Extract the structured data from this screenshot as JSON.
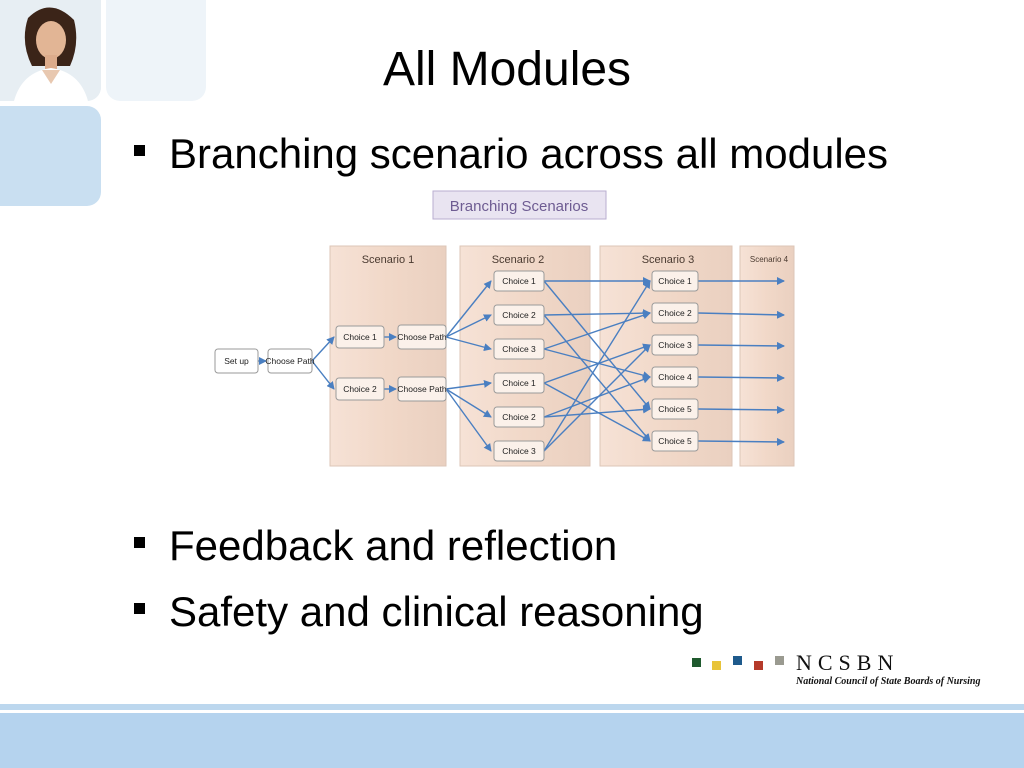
{
  "slide": {
    "title": "All Modules",
    "bullets": [
      "Branching scenario across all modules",
      "Feedback and reflection",
      "Safety and clinical reasoning"
    ]
  },
  "diagram": {
    "heading": "Branching Scenarios",
    "columns": [
      "Scenario 1",
      "Scenario 2",
      "Scenario 3",
      "Scenario 4"
    ],
    "start_nodes": [
      "Set up",
      "Choose Path"
    ],
    "scenario1": [
      "Choice 1",
      "Choice 2",
      "Choose Path",
      "Choose Path"
    ],
    "scenario2": [
      "Choice 1",
      "Choice 2",
      "Choice 3",
      "Choice 1",
      "Choice 2",
      "Choice 3"
    ],
    "scenario3": [
      "Choice 1",
      "Choice 2",
      "Choice 3",
      "Choice 4",
      "Choice 5",
      "Choice 5"
    ]
  },
  "logo": {
    "wordmark": "NCSBN",
    "tagline": "National Council of State Boards of Nursing",
    "square_colors": [
      "#1f5a2e",
      "#e8c43a",
      "#1e5a8c",
      "#b53a2a",
      "#9a9a90"
    ]
  },
  "colors": {
    "accent": "#b5d3ee",
    "column_fill": "#f3ddd0",
    "arrow": "#4a7fc1"
  }
}
